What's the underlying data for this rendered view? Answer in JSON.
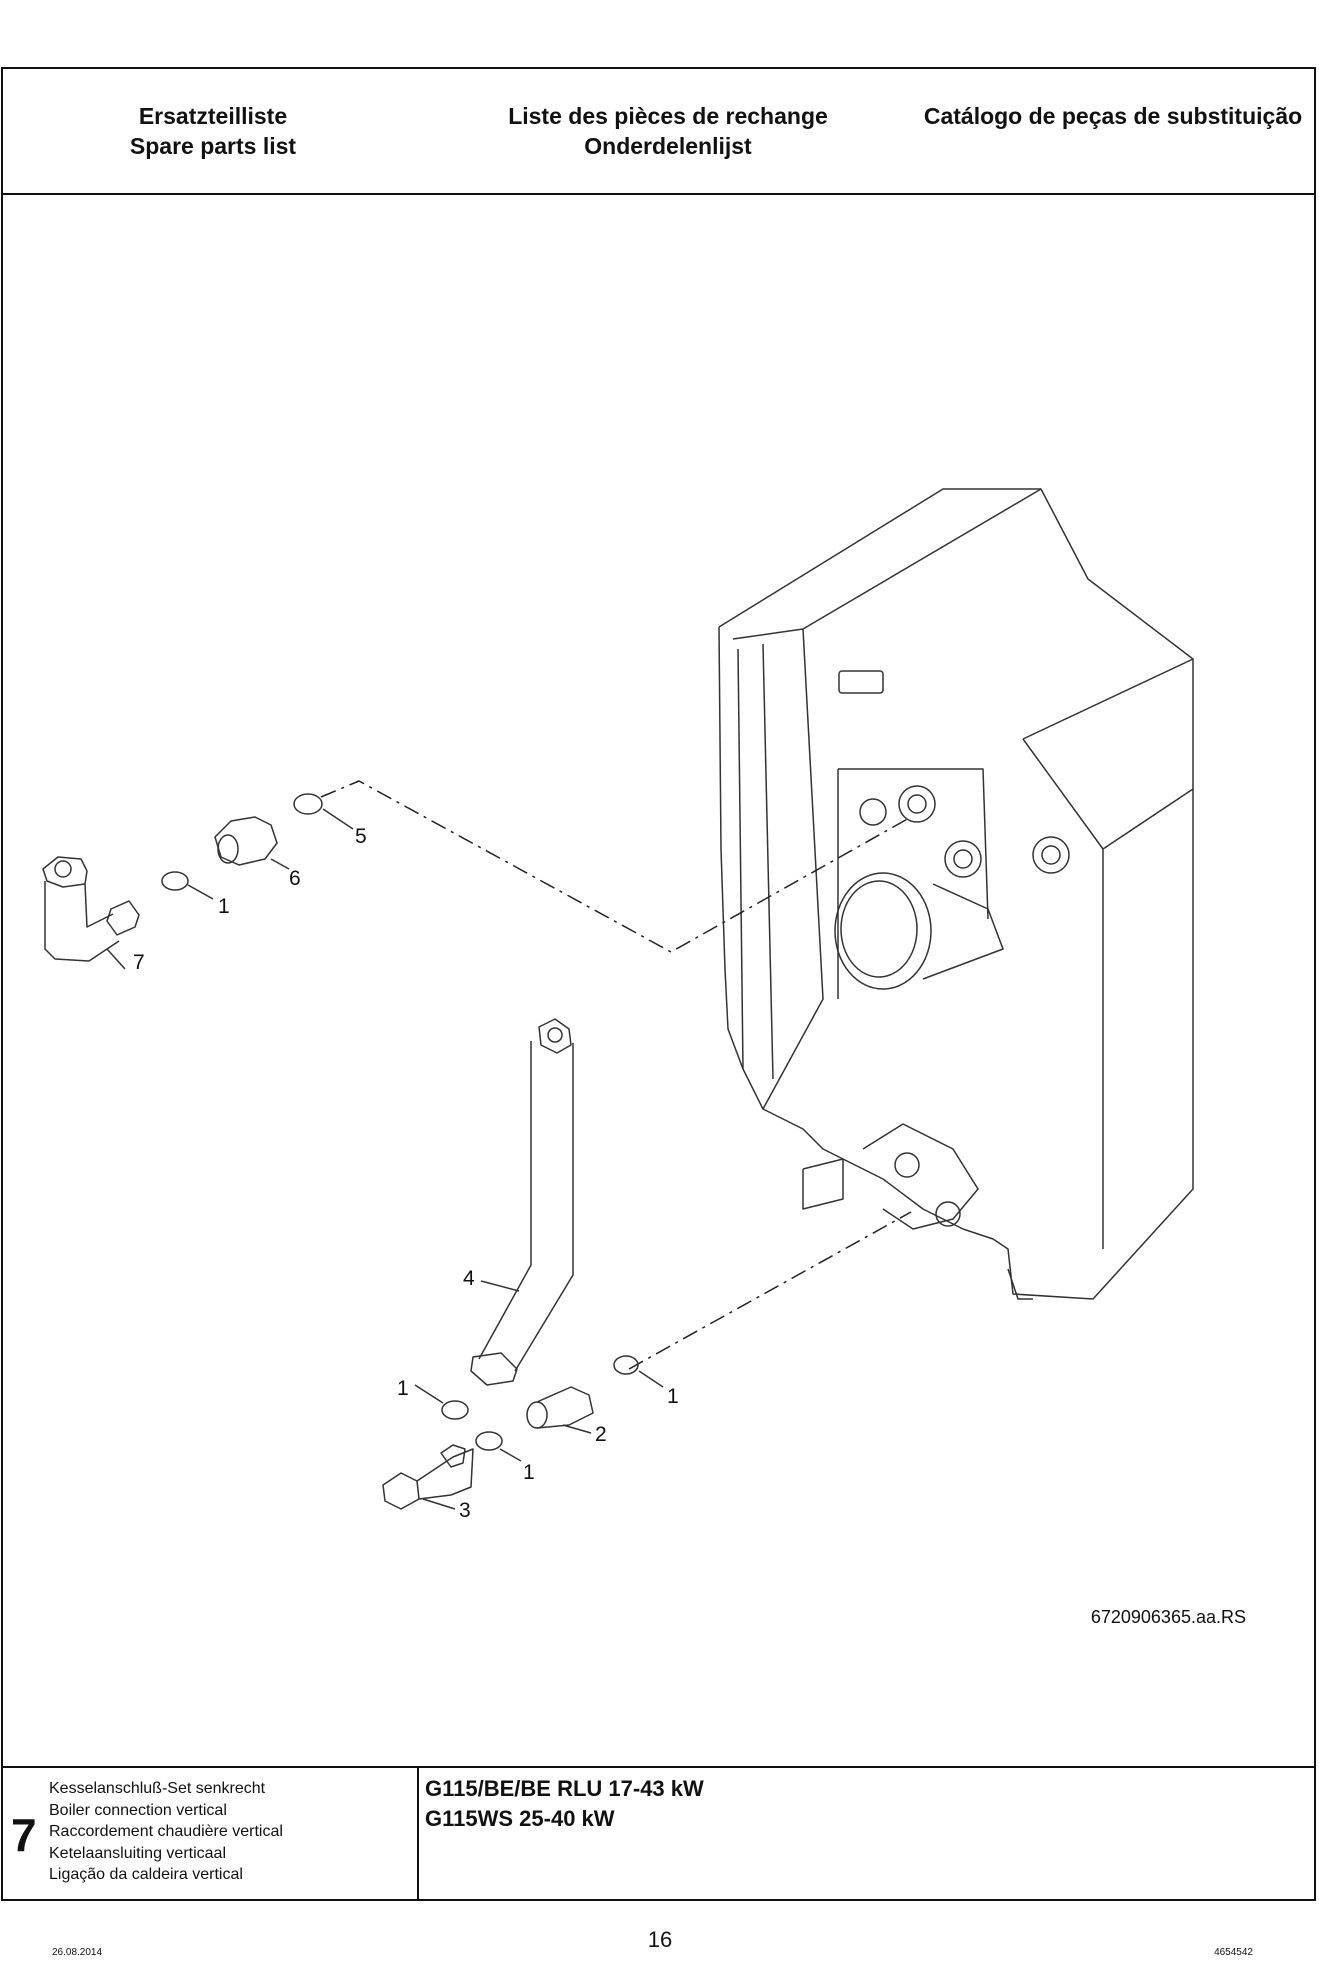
{
  "header": {
    "col1": [
      "Ersatzteilliste",
      "Spare parts list"
    ],
    "col2": [
      "Liste des pièces de rechange",
      "Onderdelenlijst"
    ],
    "col3": [
      "Catálogo de peças de substituição"
    ]
  },
  "drawing": {
    "callouts": [
      "5",
      "6",
      "1",
      "7",
      "4",
      "1",
      "1",
      "2",
      "1",
      "3"
    ],
    "reference": "6720906365.aa.RS"
  },
  "footer": {
    "section": "7",
    "description": [
      "Kesselanschluß-Set senkrecht",
      "Boiler connection vertical",
      "Raccordement chaudière vertical",
      "Ketelaansluiting verticaal",
      "Ligação da caldeira vertical"
    ],
    "models": [
      "G115/BE/BE RLU 17-43 kW",
      "G115WS 25-40 kW"
    ]
  },
  "page_footer": {
    "date": "26.08.2014",
    "page": "16",
    "doc_number": "4654542"
  }
}
